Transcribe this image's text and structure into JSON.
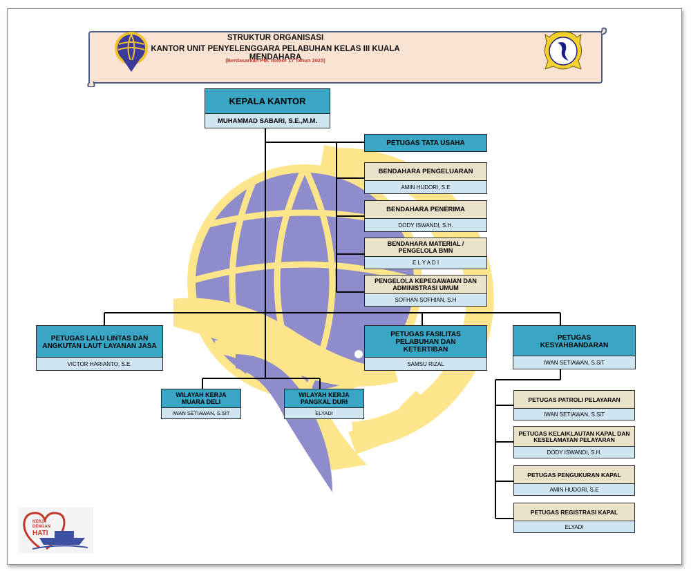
{
  "header": {
    "title": "STRUKTUR ORGANISASI",
    "subtitle": "KANTOR UNIT PENYELENGGARA PELABUHAN KELAS III KUALA MENDAHARA",
    "basis": "(Berdasarkan PM. nomor 17 Tahun 2023)"
  },
  "colors": {
    "teal": "#38a6c4",
    "beige": "#e9e1c8",
    "light_blue": "#cfe6f2",
    "purple": "#8f8ccb",
    "yellow": "#fde58b"
  },
  "kepala": {
    "title": "KEPALA KANTOR",
    "name": "MUHAMMAD SABARI, S.E.,M.M."
  },
  "tata_usaha": {
    "title": "PETUGAS TATA USAHA"
  },
  "bendahara_pengeluaran": {
    "title": "BENDAHARA PENGELUARAN",
    "name": "AMIN HUDORI, S.E"
  },
  "bendahara_penerima": {
    "title": "BENDAHARA PENERIMA",
    "name": "DODY ISWANDI, S.H."
  },
  "bendahara_material": {
    "title": "BENDAHARA MATERIAL / PENGELOLA BMN",
    "name": "E L Y A D I"
  },
  "pengelola_kepegawaian": {
    "title": "PENGELOLA KEPEGAWAIAN DAN ADMINISTRASI UMUM",
    "name": "SOFHAN SOFHIAN, S.H"
  },
  "lalu_lintas": {
    "title": "PETUGAS LALU LINTAS DAN ANGKUTAN LAUT LAYANAN JASA",
    "name": "VICTOR HARIANTO, S.E."
  },
  "fasilitas": {
    "title": "PETUGAS FASILITAS PELABUHAN DAN KETERTIBAN",
    "name": "SAMSU RIZAL"
  },
  "kesyahbandaran": {
    "title": "PETUGAS KESYAHBANDARAN",
    "name": "IWAN SETIAWAN, S.SiT"
  },
  "muara_deli": {
    "title": "WILAYAH KERJA MUARA DELI",
    "name": "IWAN SETIAWAN, S.SIT"
  },
  "pangkal_duri": {
    "title": "WILAYAH KERJA PANGKAL DURI",
    "name": "ELYADI"
  },
  "patroli": {
    "title": "PETUGAS PATROLI PELAYARAN",
    "name": "IWAN SETIAWAN, S.SiT"
  },
  "kelaiklautan": {
    "title": "PETUGAS KELAIKLAUTAN KAPAL DAN KESELAMATAN PELAYARAN",
    "name": "DODY ISWANDI, S.H."
  },
  "pengukuran": {
    "title": "PETUGAS PENGUKURAN KAPAL",
    "name": "AMIN HUDORI, S.E"
  },
  "registrasi": {
    "title": "PETUGAS REGISTRASI KAPAL",
    "name": "ELYADI"
  },
  "badge": {
    "line1": "KERJA",
    "line2": "DENGAN",
    "line3": "HATI"
  }
}
